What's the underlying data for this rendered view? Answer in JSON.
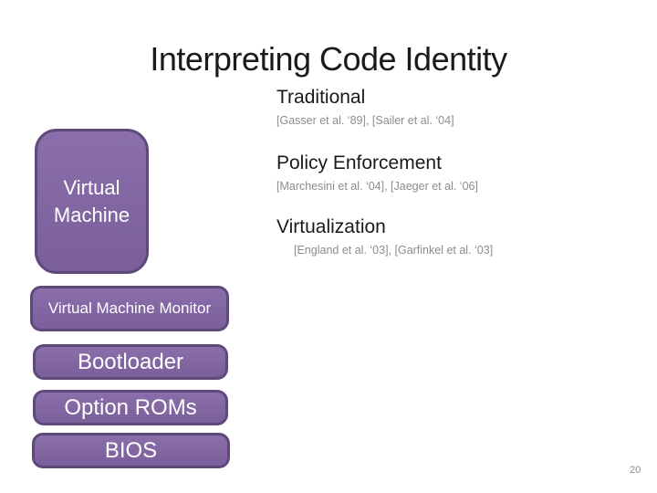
{
  "slide": {
    "title": "Interpreting Code Identity",
    "page_number": "20",
    "background_color": "#FFFFFF"
  },
  "sections": [
    {
      "heading": "Traditional",
      "citation": "[Gasser et al. ‘89], [Sailer et al. ‘04]"
    },
    {
      "heading": "Policy Enforcement",
      "citation": "[Marchesini et al. ‘04], [Jaeger et al. ‘06]"
    },
    {
      "heading": "Virtualization",
      "citation": "[England et al. ‘03], [Garfinkel et al. ‘03]"
    }
  ],
  "stack": {
    "vm_label": "Virtual Machine",
    "layers": [
      "Virtual Machine Monitor",
      "Bootloader",
      "Option ROMs",
      "BIOS"
    ]
  },
  "colors": {
    "box_fill": "#8166A2",
    "box_border": "#5F497A",
    "box_text": "#FFFFFF",
    "heading_text": "#1A1A1A",
    "citation_text": "#8C8C8C",
    "page_number_text": "#898989"
  }
}
